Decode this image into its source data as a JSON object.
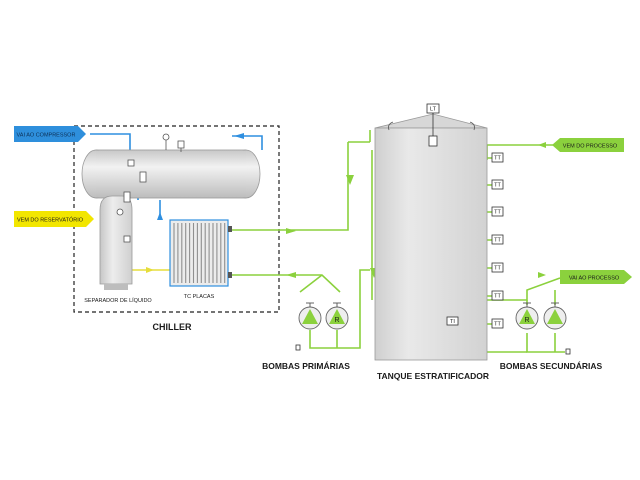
{
  "labels": {
    "vai_compressor": "VAI AO COMPRESSOR",
    "vem_reservatorio": "VEM DO RESERVATÓRIO",
    "vem_processo": "VEM DO PROCESSO",
    "vai_processo": "VAI AO PROCESSO",
    "separador": "SEPARADOR DE LÍQUIDO",
    "tc_placas": "TC PLACAS",
    "chiller": "CHILLER",
    "bombas_primarias": "BOMBAS PRIMÁRIAS",
    "tanque": "TANQUE ESTRATIFICADOR",
    "bombas_secundarias": "BOMBAS SECUNDÁRIAS",
    "lt": "LT",
    "tt": "TT",
    "ti": "TI",
    "pump_r": "R"
  },
  "colors": {
    "blue_tag": "#2e8fdc",
    "yellow_tag": "#f2e600",
    "green_tag": "#8bd13d",
    "pipe_green": "#8bd13d",
    "pipe_blue": "#2f8fe0",
    "pipe_yellow": "#e6dd3b",
    "vessel": "#dcdcdc"
  },
  "icons": [
    "pump-icon",
    "valve-icon",
    "pressure-gauge-icon",
    "temperature-sensor-icon",
    "level-sensor-icon",
    "flow-arrow-icon"
  ]
}
